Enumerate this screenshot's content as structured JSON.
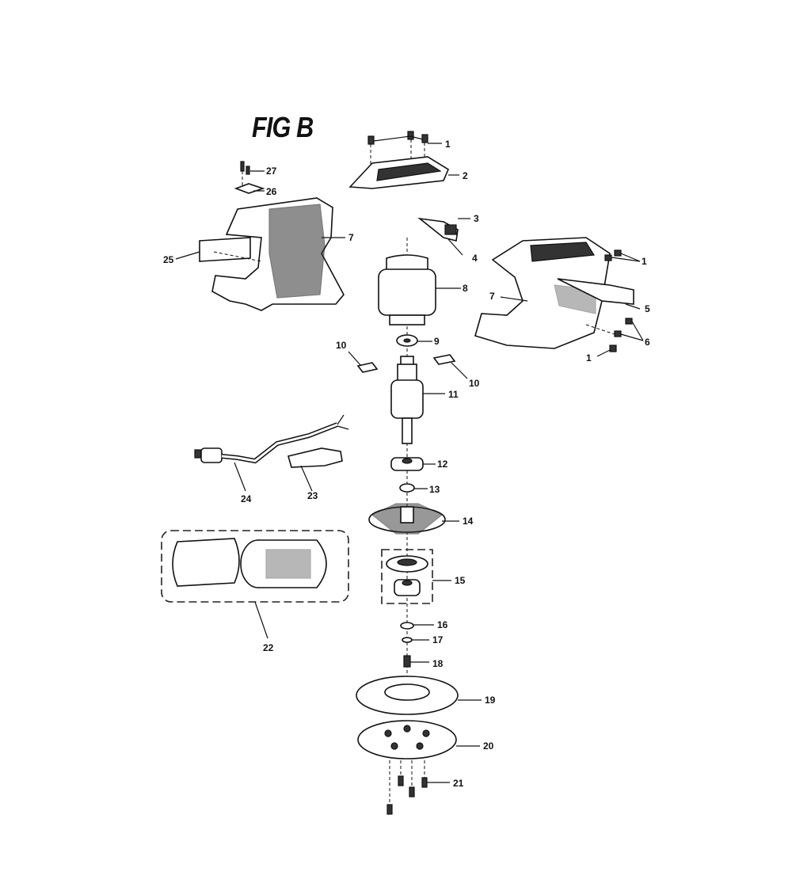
{
  "figure": {
    "title": "FIG B"
  },
  "callouts": {
    "c1a": "1",
    "c1b": "1",
    "c1c": "1",
    "c2": "2",
    "c3": "3",
    "c4": "4",
    "c5": "5",
    "c6": "6",
    "c7a": "7",
    "c7b": "7",
    "c8": "8",
    "c9": "9",
    "c10a": "10",
    "c10b": "10",
    "c11": "11",
    "c12": "12",
    "c13": "13",
    "c14": "14",
    "c15": "15",
    "c16": "16",
    "c17": "17",
    "c18": "18",
    "c19": "19",
    "c20": "20",
    "c21": "21",
    "c22": "22",
    "c23": "23",
    "c24": "24",
    "c25": "25",
    "c26": "26",
    "c27": "27"
  }
}
